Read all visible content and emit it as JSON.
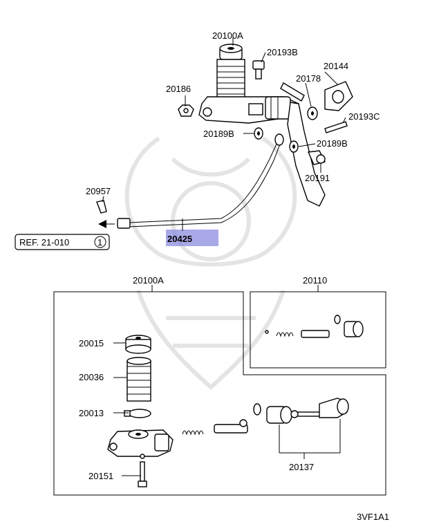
{
  "labels": {
    "master_cylinder_top": "20100A",
    "bolt_20193B": "20193B",
    "bracket_20144": "20144",
    "nut_20186": "20186",
    "washer_20178": "20178",
    "pin_20193C": "20193C",
    "bushing_left": "20189B",
    "bushing_right": "20189B",
    "pin_20191": "20191",
    "clip_20957": "20957",
    "hose_20425": "20425",
    "ref": "REF. 21-010",
    "ref_circle": "1",
    "box_20100A": "20100A",
    "box_20110": "20110",
    "boot_20015": "20015",
    "reservoir_20036": "20036",
    "clamp_20013": "20013",
    "bleeder_20151": "20151",
    "kit_20137": "20137",
    "footer_code": "3VF1A1"
  },
  "colors": {
    "highlight": "#8c8ce0",
    "line": "#000000",
    "watermark": "#e4e4e4"
  }
}
